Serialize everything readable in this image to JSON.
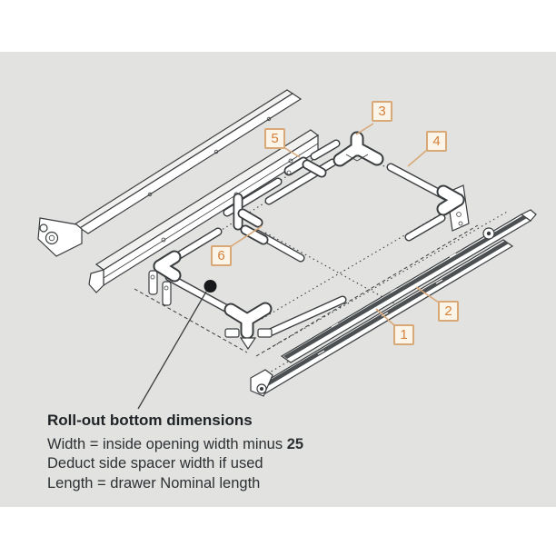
{
  "diagram": {
    "description": "Exploded isometric view of roll-out frame with drawer slides",
    "background_color": "#e2e3e1",
    "outline_color": "#3a3d3f",
    "label_number_color": "#d4813b",
    "label_border_color": "#d9a877",
    "label_fill_color": "#fbf4e8",
    "part_labels": [
      {
        "number": "1"
      },
      {
        "number": "2"
      },
      {
        "number": "3"
      },
      {
        "number": "4"
      },
      {
        "number": "5"
      },
      {
        "number": "6"
      }
    ]
  },
  "caption": {
    "title": "Roll-out bottom dimensions",
    "width_prefix": "Width = inside opening width minus ",
    "width_value": "25",
    "deduct_line": "Deduct side spacer width if used",
    "length_line": "Length = drawer Nominal length"
  }
}
